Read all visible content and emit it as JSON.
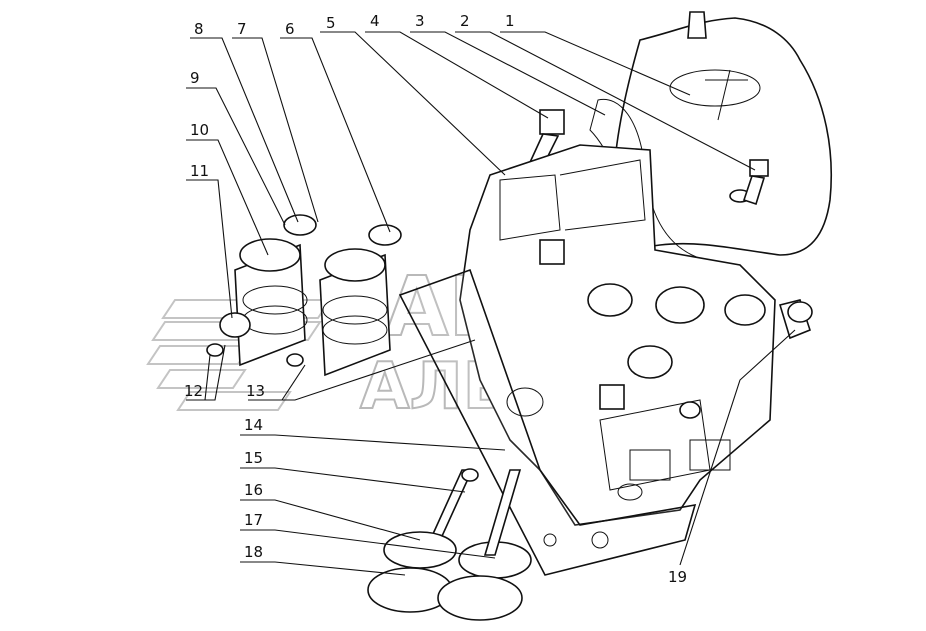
{
  "callouts": [
    "1",
    "2",
    "3",
    "4",
    "5",
    "6",
    "7",
    "8",
    "9",
    "10",
    "11",
    "12",
    "13",
    "14",
    "15",
    "16",
    "17",
    "18",
    "19"
  ],
  "watermark": {
    "line1": "АБТО",
    "line2": "АЛЬЯНС"
  }
}
